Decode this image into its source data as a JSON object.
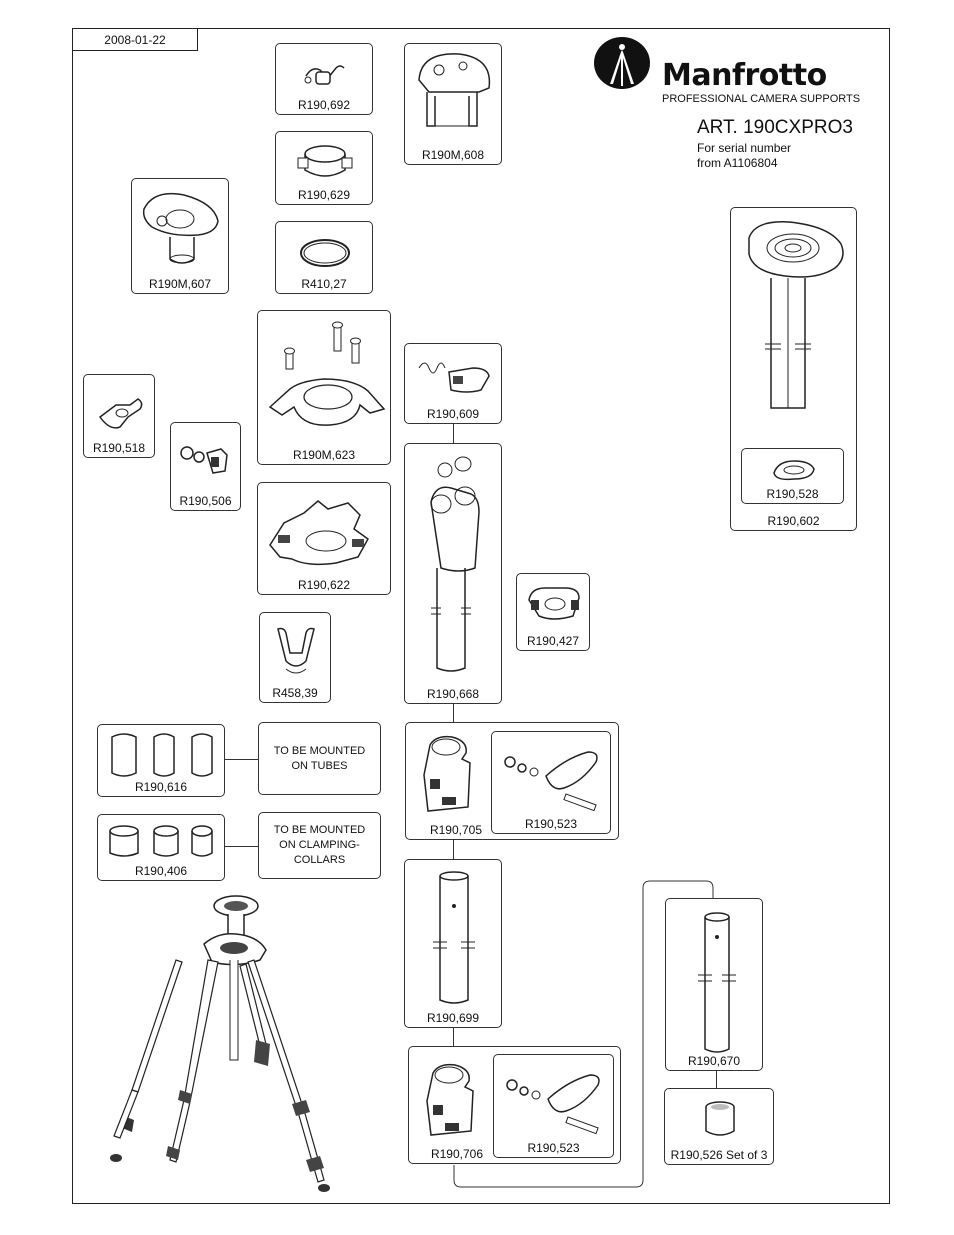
{
  "header": {
    "date": "2008-01-22",
    "brand": "Manfrotto",
    "tagline": "PROFESSIONAL CAMERA SUPPORTS",
    "article": "ART. 190CXPRO3",
    "serial_line1": "For serial number",
    "serial_line2": "from A1106804"
  },
  "notes": {
    "tubes_line1": "TO BE MOUNTED",
    "tubes_line2": "ON TUBES",
    "collars_line1": "TO BE MOUNTED",
    "collars_line2": "ON CLAMPING-COLLARS"
  },
  "parts": {
    "r190_692": "R190,692",
    "r190_629": "R190,629",
    "r410_27": "R410,27",
    "r190m_608": "R190M,608",
    "r190m_607": "R190M,607",
    "r190m_623": "R190M,623",
    "r190_609": "R190,609",
    "r190_518": "R190,518",
    "r190_506": "R190,506",
    "r190_622": "R190,622",
    "r190_668": "R190,668",
    "r190_427": "R190,427",
    "r458_39": "R458,39",
    "r190_616": "R190,616",
    "r190_406": "R190,406",
    "r190_705": "R190,705",
    "r190_523_a": "R190,523",
    "r190_699": "R190,699",
    "r190_706": "R190,706",
    "r190_523_b": "R190,523",
    "r190_602": "R190,602",
    "r190_528": "R190,528",
    "r190_670": "R190,670",
    "r190_526": "R190,526 Set of 3"
  }
}
